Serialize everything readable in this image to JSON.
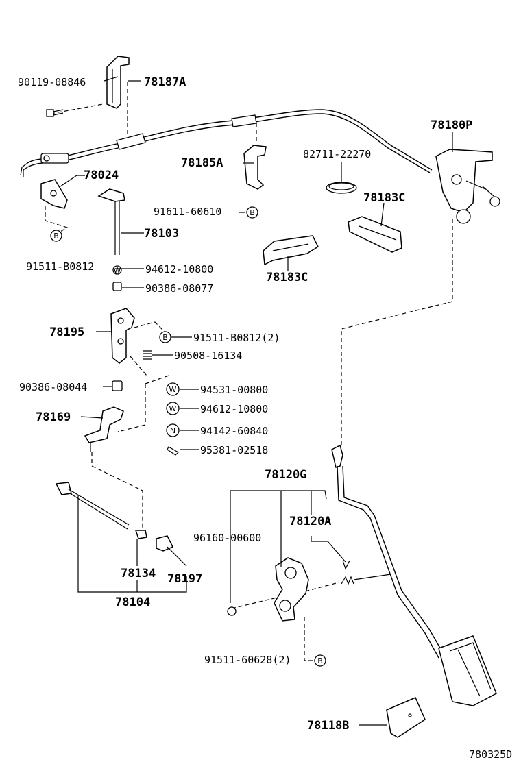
{
  "labels": {
    "p90119_08846": "90119-08846",
    "p78187A": "78187A",
    "p78024": "78024",
    "p78185A": "78185A",
    "p82711_22270": "82711-22270",
    "p78180P": "78180P",
    "p91611_60610": "91611-60610",
    "p78183C_a": "78183C",
    "p78103": "78103",
    "p91511_B0812": "91511-B0812",
    "p94612_10800_a": "94612-10800",
    "p90386_08077": "90386-08077",
    "p78183C_b": "78183C",
    "p78195": "78195",
    "p91511_B0812_2": "91511-B0812(2)",
    "p90508_16134": "90508-16134",
    "p90386_08044": "90386-08044",
    "p94531_00800": "94531-00800",
    "p94612_10800_b": "94612-10800",
    "p94142_60840": "94142-60840",
    "p95381_02518": "95381-02518",
    "p78169": "78169",
    "p78120G": "78120G",
    "p78120A": "78120A",
    "p96160_00600": "96160-00600",
    "p78134": "78134",
    "p78197": "78197",
    "p78104": "78104",
    "p91511_60628_2": "91511-60628(2)",
    "p78118B": "78118B",
    "diagram_code": "780325D"
  },
  "callouts": {
    "B1": "B",
    "B2": "B",
    "B3": "B",
    "B4": "B",
    "W1": "W",
    "W2": "W",
    "W3": "W",
    "N1": "N"
  },
  "colors": {
    "ink": "#000000",
    "paper": "#ffffff"
  }
}
